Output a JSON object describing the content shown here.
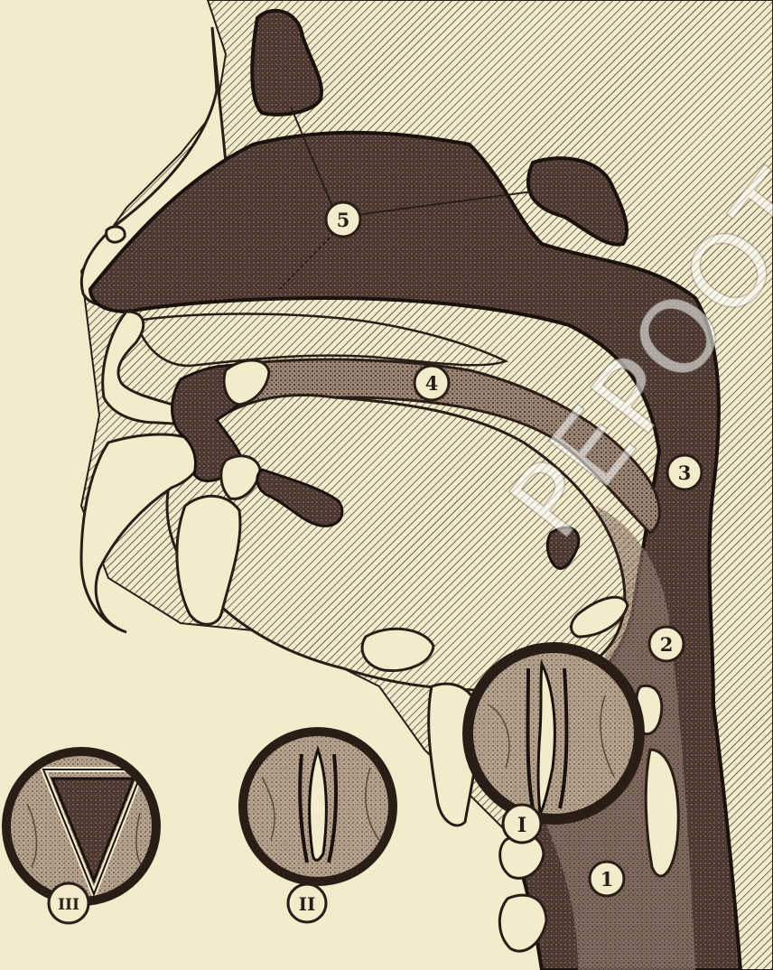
{
  "header": {
    "text": ""
  },
  "watermark": {
    "text": "PEPOOTOO"
  },
  "colors": {
    "paper": "#f4ebcc",
    "ink": "#2a1d16",
    "dark_tissue": "#3b2a22",
    "header_blue": "#1a7fb0"
  },
  "labels": {
    "airway_trachea": "1",
    "pharynx_lower": "2",
    "pharynx_upper": "3",
    "oral_cavity": "4",
    "nasal_cavity": "5"
  },
  "insets": {
    "inset_1": "I",
    "inset_2": "II",
    "inset_3": "III"
  }
}
